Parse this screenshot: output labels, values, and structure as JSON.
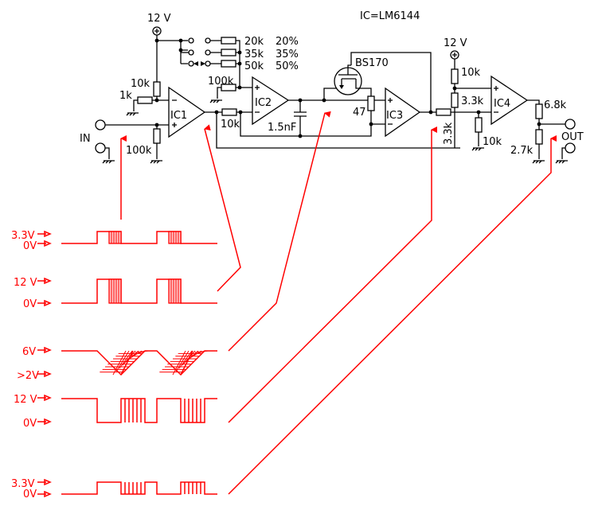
{
  "title": "IC=LM6144",
  "supply": {
    "left": "12 V",
    "right": "12 V"
  },
  "switch_options": [
    {
      "resistor": "20k",
      "percent": "20%"
    },
    {
      "resistor": "35k",
      "percent": "35%"
    },
    {
      "resistor": "50k",
      "percent": "50%"
    }
  ],
  "components": {
    "ic1": "IC1",
    "ic2": "IC2",
    "ic3": "IC3",
    "ic4": "IC4",
    "r_ic1_top": "10k",
    "r_ic1_gnd": "1k",
    "r_ic1_in": "100k",
    "r_ic2_plus": "100k",
    "r_ic2_in": "10k",
    "cap": "1.5nF",
    "mosfet": "BS170",
    "r_47": "47",
    "r_ic4_top": "10k",
    "r_ic4_mid": "3.3k",
    "r_ic4_series": "3.3k",
    "r_ic4_gnd": "10k",
    "r_out_top": "6.8k",
    "r_out_bot": "2.7k"
  },
  "terminals": {
    "in": "IN",
    "out": "OUT"
  },
  "waveforms": [
    {
      "name": "input",
      "labels": [
        "3.3V",
        "0V"
      ]
    },
    {
      "name": "ic1-output",
      "labels": [
        "12 V",
        "0V"
      ]
    },
    {
      "name": "ramp",
      "labels": [
        "6V",
        ">2V"
      ]
    },
    {
      "name": "ic3-output",
      "labels": [
        "12 V",
        "0V"
      ]
    },
    {
      "name": "output",
      "labels": [
        "3.3V",
        "0V"
      ]
    }
  ],
  "colors": {
    "schematic": "#000000",
    "annotation": "#ff0000"
  }
}
